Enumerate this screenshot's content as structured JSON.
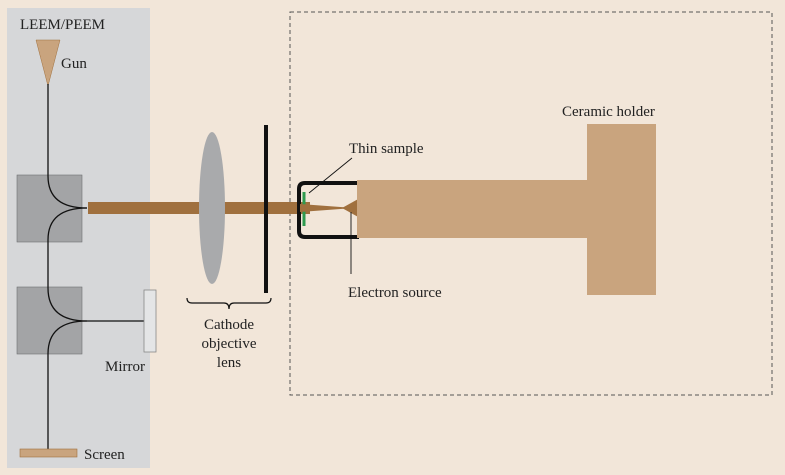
{
  "labels": {
    "leem_peem": "LEEM/PEEM",
    "gun": "Gun",
    "mirror": "Mirror",
    "screen": "Screen",
    "cathode_lens": [
      "Cathode",
      "objective",
      "lens"
    ],
    "thin_sample": "Thin sample",
    "electron_source": "Electron source",
    "ceramic_holder": "Ceramic holder"
  },
  "colors": {
    "background": "#f2e6d9",
    "leem_panel": "#d6d7d9",
    "separator_block": "#a3a4a6",
    "tan": "#c9a47e",
    "beam": "#a0703e",
    "lens": "#a9aaac",
    "sample_green": "#2e9a4f",
    "line": "#111111"
  }
}
